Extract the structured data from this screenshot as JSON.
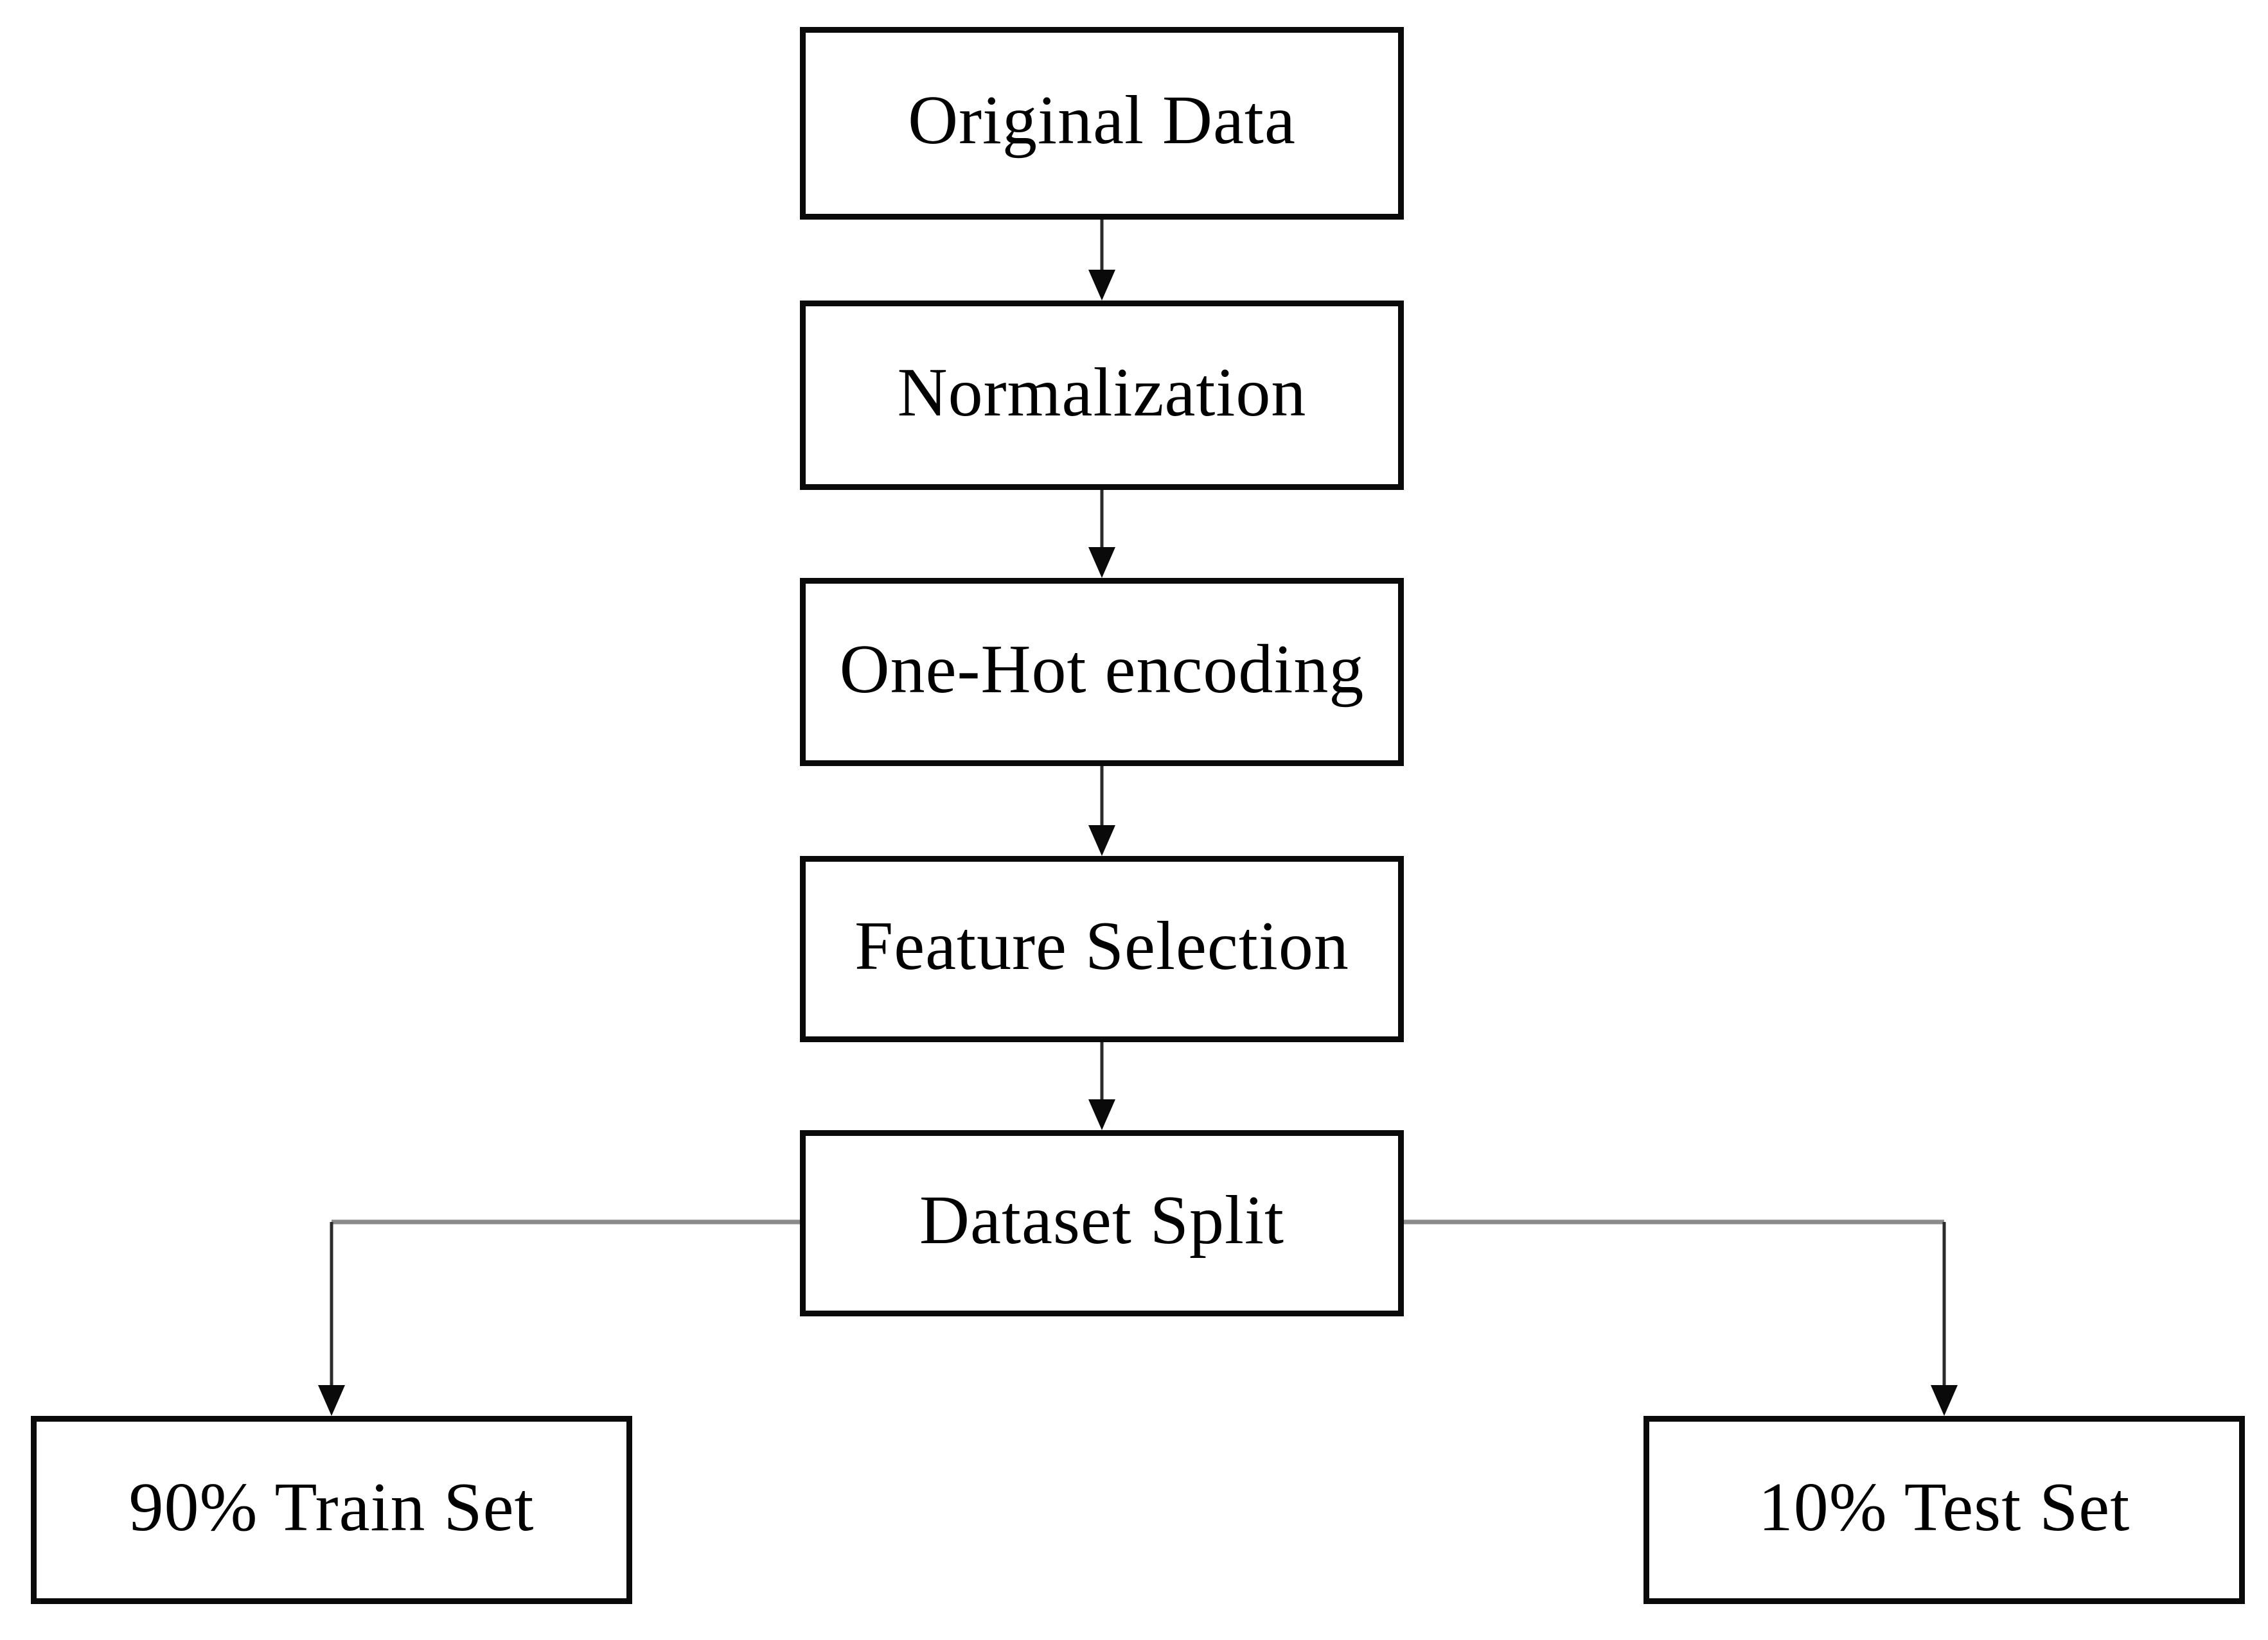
{
  "diagram": {
    "type": "flowchart",
    "background_color": "#ffffff",
    "nodes": [
      {
        "id": "original-data",
        "label": "Original Data"
      },
      {
        "id": "normalization",
        "label": "Normalization"
      },
      {
        "id": "one-hot-encoding",
        "label": "One-Hot encoding"
      },
      {
        "id": "feature-selection",
        "label": "Feature Selection"
      },
      {
        "id": "dataset-split",
        "label": "Dataset Split"
      },
      {
        "id": "train-set",
        "label": "90% Train Set"
      },
      {
        "id": "test-set",
        "label": "10% Test Set"
      }
    ],
    "edges": [
      {
        "from": "original-data",
        "to": "normalization",
        "style": "arrow-down"
      },
      {
        "from": "normalization",
        "to": "one-hot-encoding",
        "style": "arrow-down"
      },
      {
        "from": "one-hot-encoding",
        "to": "feature-selection",
        "style": "arrow-down"
      },
      {
        "from": "feature-selection",
        "to": "dataset-split",
        "style": "arrow-down"
      },
      {
        "from": "dataset-split",
        "to": "train-set",
        "style": "elbow-left-down"
      },
      {
        "from": "dataset-split",
        "to": "test-set",
        "style": "elbow-right-down"
      }
    ],
    "colors": {
      "box_border": "#0a0a0a",
      "box_fill": "#ffffff",
      "text": "#000000",
      "vertical_line": "#2b2b2b",
      "horizontal_line": "#8a8a8a",
      "arrowhead": "#0a0a0a"
    }
  }
}
